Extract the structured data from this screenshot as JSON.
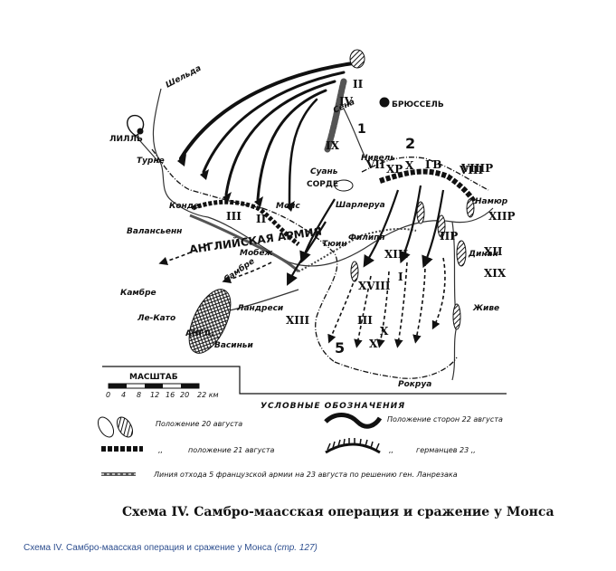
{
  "map": {
    "places": {
      "shelde": "Шельда",
      "lille": "ЛИЛЛЬ",
      "tournai": "Турне",
      "conde": "Конде",
      "valenciennes": "Валансьенн",
      "mons": "Монс",
      "maubeuge": "Мобеж",
      "cambrai": "Камбре",
      "le_cateau": "Ле-Като",
      "landrecies": "Ландреси",
      "guise": "Васиньи",
      "brussels": "БРЮССЕЛЬ",
      "senne": "Сена",
      "nivelles": "Нивель",
      "soignies": "Суань",
      "sordet": "СОРДЕ",
      "charleroi": "Шарлеруа",
      "thuin": "Тюин",
      "namur": "Намюр",
      "dinant": "Динан",
      "givet": "Живе",
      "rocroi": "Рокруа",
      "sambre": "Самбре",
      "angl": "АНГЛ.",
      "philippeville": "Филипп"
    },
    "army_label": "АНГЛИЙСКАЯ АРМИЯ",
    "army_numbers": [
      "1",
      "2",
      "5"
    ],
    "corps": [
      "II",
      "IV",
      "IX",
      "III",
      "VII",
      "X",
      "VIII",
      "XIII",
      "XVIII",
      "X",
      "XII",
      "XIX",
      "XIII",
      "III",
      "I",
      "II",
      "X",
      "IIР",
      "XР",
      "ГВ",
      "VIIIР",
      "XIIР"
    ]
  },
  "scale": {
    "title": "МАСШТАБ",
    "ticks": [
      "0",
      "4",
      "8",
      "12",
      "16",
      "20",
      "22 км"
    ]
  },
  "legend": {
    "heading": "УСЛОВНЫЕ ОБОЗНАЧЕНИЯ",
    "items": [
      "Положение 20 августа",
      "Положение сторон 22 августа",
      ",,",
      "положение 21 августа",
      ",,",
      "германцев 23 ,,",
      "Линия отхода 5 французской армии на 23 августа по решению ген. Ланрезака"
    ]
  },
  "title": "Схема IV. Самбро-маасская операция и сражение у Монса",
  "caption": {
    "text": "Схема IV. Самбро-маасская операция и сражение у Монса",
    "page_ref": "(стр. 127)"
  }
}
